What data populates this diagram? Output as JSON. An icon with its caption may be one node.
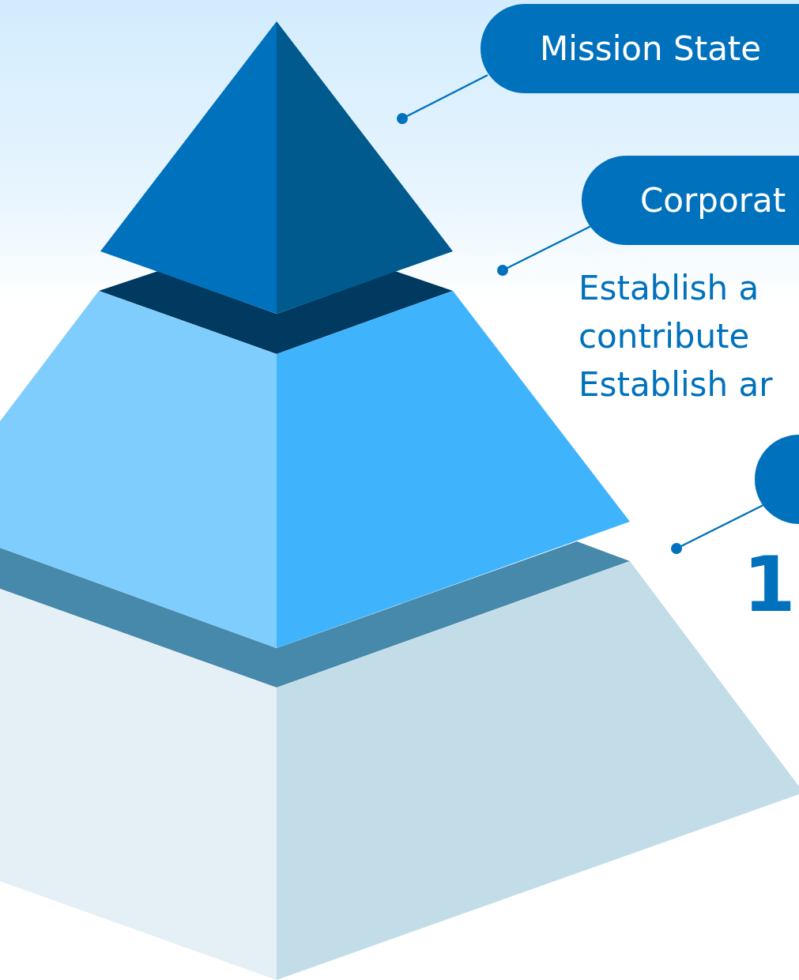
{
  "diagram": {
    "nodes": [
      {
        "text": [],
        "shape": "pyramid"
      },
      {
        "text": [],
        "shape": "trapezoid"
      },
      {
        "text": [],
        "shape": "trapezoid"
      },
      {
        "text": [
          "Mission State"
        ]
      },
      {
        "text": [
          "Corporat"
        ]
      },
      {
        "text": [],
        "shape": "box"
      }
    ],
    "edges": [
      {
        "from": 3,
        "to": 0,
        "arrow": "other"
      },
      {
        "from": 4,
        "to": 1,
        "arrow": "other"
      },
      {
        "from": 5,
        "to": 2,
        "arrow": "other"
      }
    ],
    "labels": [
      "Establish a contribute Establish ar",
      "1"
    ]
  }
}
